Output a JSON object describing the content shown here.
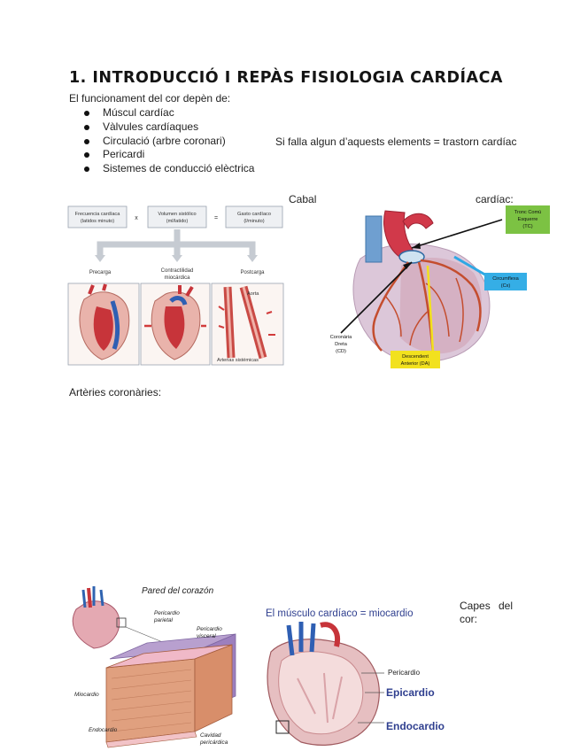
{
  "title": "1. INTRODUCCIÓ I REPÀS FISIOLOGIA CARDÍACA",
  "intro": "El funcionament del cor depèn de:",
  "bullets": [
    "Múscul cardíac",
    "Vàlvules cardíaques",
    "Circulació (arbre coronari)",
    "Pericardi",
    "Sistemes de conducció elèctrica"
  ],
  "note": "Si falla algun d’aquests elements = trastorn cardíac",
  "cabal": {
    "word1": "Cabal",
    "word2": "cardíac:"
  },
  "figure1": {
    "box_fc": [
      "Frecuencia cardíaca",
      "(latidos minuto)"
    ],
    "op_times": "x",
    "box_vs": [
      "Volumen sistólico",
      "(ml/latido)"
    ],
    "op_equals": "=",
    "box_gc": [
      "Gasto cardíaco",
      "(l/minuto)"
    ],
    "precarga": "Precarga",
    "contract": [
      "Contractilidad",
      "miocárdica"
    ],
    "postcarga": "Postcarga",
    "aorta": "Aorta",
    "arterias": "Arterias sistémicas"
  },
  "figure2": {
    "tc": [
      "Tronc Comú",
      "Esquerre",
      "(TC)"
    ],
    "cx": [
      "Circumflexa",
      "(Cx)"
    ],
    "cd": [
      "Coronària",
      "Dreta",
      "(CD)"
    ],
    "da": [
      "Descendent",
      "Anterior (DA)"
    ],
    "colors": {
      "tc": "#7cc243",
      "cx": "#35aee6",
      "da": "#f2e11e"
    }
  },
  "coronaries_label": "Artèries coronàries:",
  "figure3": {
    "title": "Pared del corazón",
    "p_parietal": [
      "Pericardio",
      "parietal"
    ],
    "p_visceral": [
      "Pericardio",
      "visceral"
    ],
    "miocardio": "Miocardio",
    "endocardio": "Endocardio",
    "cavidad": [
      "Cavidad",
      "pericárdica"
    ]
  },
  "figure4": {
    "title": "El músculo cardíaco = miocardio",
    "pericardio": "Pericardio",
    "epicardio": "Epicardio",
    "endocardio": "Endocardio"
  },
  "capes": [
    "Capes del",
    "cor:"
  ]
}
